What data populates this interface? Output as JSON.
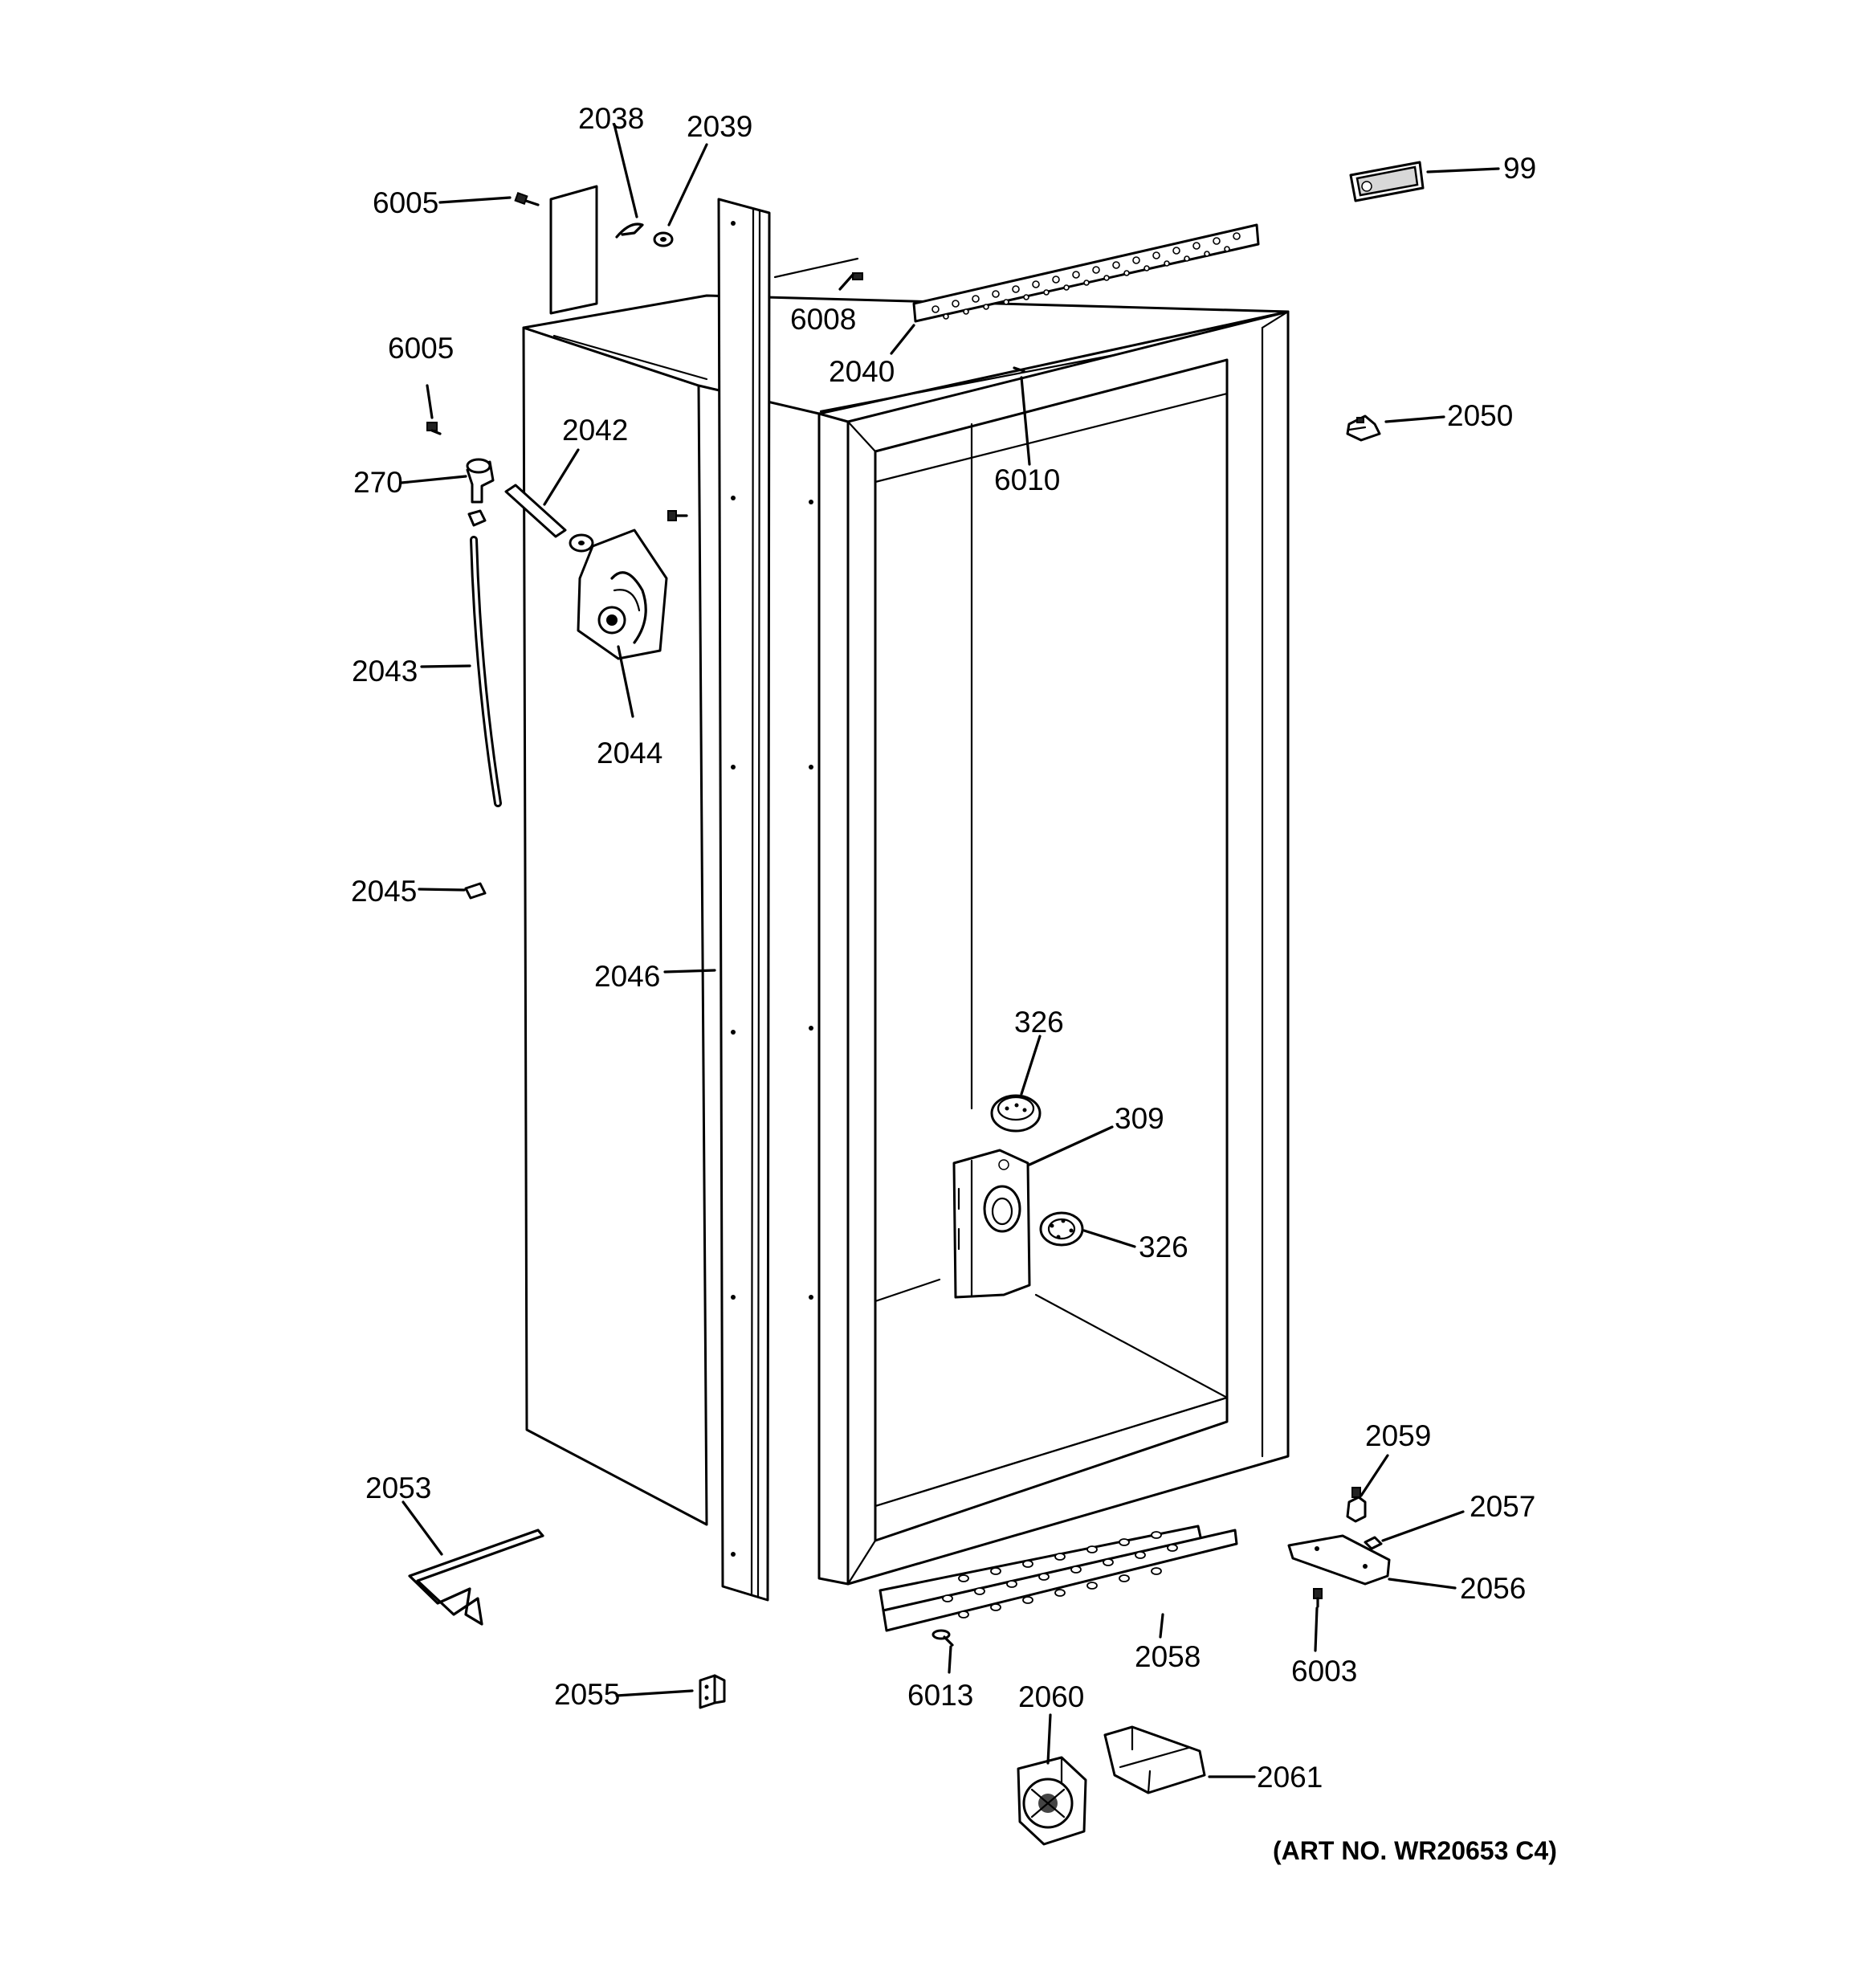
{
  "callouts": {
    "c2038": "2038",
    "c2039": "2039",
    "c6005a": "6005",
    "c6005b": "6005",
    "c6008": "6008",
    "c2040": "2040",
    "c99": "99",
    "c2050": "2050",
    "c6010": "6010",
    "c270": "270",
    "c2042": "2042",
    "c2043": "2043",
    "c2044": "2044",
    "c2045": "2045",
    "c2046": "2046",
    "c326a": "326",
    "c309": "309",
    "c326b": "326",
    "c2059": "2059",
    "c2057": "2057",
    "c2056": "2056",
    "c2053": "2053",
    "c2058": "2058",
    "c6003": "6003",
    "c2055": "2055",
    "c6013": "6013",
    "c2060": "2060",
    "c2061": "2061"
  },
  "art_number": "(ART NO. WR20653 C4)"
}
